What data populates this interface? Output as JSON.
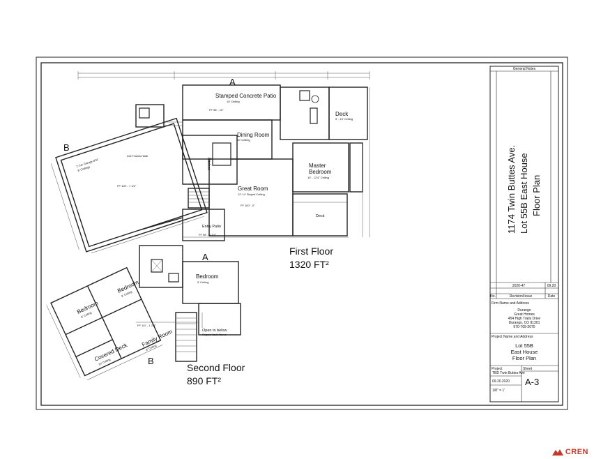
{
  "floor_plan": {
    "first_floor": {
      "label": "First Floor",
      "area": "1320 FT²",
      "rooms": {
        "patio": "Stamped Concrete Patio",
        "patio_note": "10' Ceiling",
        "dining": "Dining Room",
        "dining_note": "10' Ceiling",
        "kitchen": "Kitchen",
        "great_room": "Great Room",
        "great_note": "12'-14' Sloped Ceiling",
        "master_line1": "Master",
        "master_line2": "Bedroom",
        "master_note": "10' - 12'4\" Ceiling",
        "deck_top": "Deck",
        "deck_top_note": "9' - 10' Ceiling",
        "deck_bottom": "Deck",
        "entry": "Entry Patio",
        "garage": "2 Car Garage 8'/9\"",
        "garage_note": "8' Ceilings",
        "framed_wall": "2x6 Framed Wall",
        "ff_patio": "FF 98' - 10\"",
        "ff_garage": "FF 100' - 7 1/2\"",
        "ff_great": "FF 100' - 0\"",
        "ff_entry": "FF 98' - 4 1/2\""
      }
    },
    "second_floor": {
      "label": "Second Floor",
      "area": "890 FT²",
      "rooms": {
        "bedroom_main": "Bedroom",
        "bedroom_main_note": "9' Ceiling",
        "bedroom_left": "Bedroom",
        "bedroom_left_note": "8' Ceiling",
        "bedroom_mid": "Bedroom",
        "bedroom_mid_note": "8' Ceiling",
        "covered_deck": "Covered Deck",
        "covered_deck_note": "10' Ceiling",
        "family_room": "Family Room",
        "family_note": "8' Ceiling",
        "open_below": "Open to below",
        "open_below2": "Sloped Vault Above",
        "ff_second": "FF 111' - 1 7/8\""
      }
    },
    "section_markers": [
      "A",
      "B",
      "A",
      "B"
    ]
  },
  "title_block": {
    "general_notes": "General Notes",
    "vertical_title_line1": "1174 Twin Buttes Ave.",
    "vertical_title_line2": "Lot 55B East House",
    "vertical_title_line3": "Floor Plan",
    "revision_date": "2020-47",
    "revision_code": "09.20",
    "revision_headers": [
      "No.",
      "Revision/Issue",
      "Date"
    ],
    "firm_label": "Firm Name and Address",
    "firm_lines": [
      "Durango",
      "Great Homes",
      "454 High Trails Drive",
      "Durango, CO 81301",
      "970-769-2070"
    ],
    "project_label": "Project Name and Address",
    "project_lines": [
      "Lot 55B",
      "East House",
      "Floor Plan"
    ],
    "project_field_label": "Project",
    "project_field_value": "TBD Twin Buttes Ave",
    "date_field_value": "09.20.2020",
    "scale_value": "1/8\" = 1'",
    "sheet_label": "Sheet",
    "sheet_number": "A-3"
  },
  "watermark": {
    "text": "CREN",
    "color": "#c0392b"
  }
}
